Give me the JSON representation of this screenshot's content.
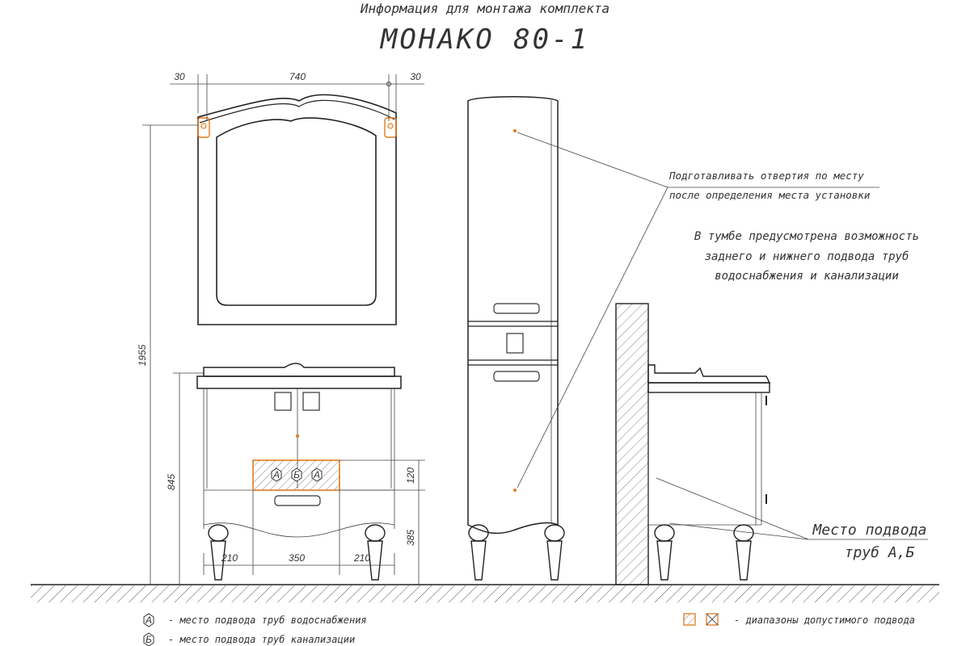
{
  "header": {
    "subtitle": "Информация для монтажа комплекта",
    "title": "МОНАКО 80-1"
  },
  "dimensions": {
    "mirror_side_left": "30",
    "mirror_width": "740",
    "mirror_side_right": "30",
    "total_height": "1955",
    "vanity_height": "845",
    "zone_height": "120",
    "zone_bottom": "385",
    "span_left": "210",
    "span_middle": "350",
    "span_right": "210"
  },
  "markers": {
    "a": "А",
    "b": "Б"
  },
  "notes": {
    "holes_line1": "Подготавливать отвертия по месту",
    "holes_line2": "после определения места установки",
    "vanity_line1": "В тумбе предусмотрена возможность",
    "vanity_line2": "заднего и нижнего подвода труб",
    "vanity_line3": "водоснабжения и канализации",
    "connection_line1": "Место подвода",
    "connection_line2": "труб А,Б"
  },
  "legend": {
    "a_marker": "А",
    "a_text": "- место подвода труб водоснабжения",
    "b_marker": "Б",
    "b_text": "- место подвода труб канализации",
    "range_text": "- диапазоны допустимого подвода"
  },
  "colors": {
    "accent": "#e07b1f",
    "line": "#222222",
    "hatch": "#555555"
  }
}
